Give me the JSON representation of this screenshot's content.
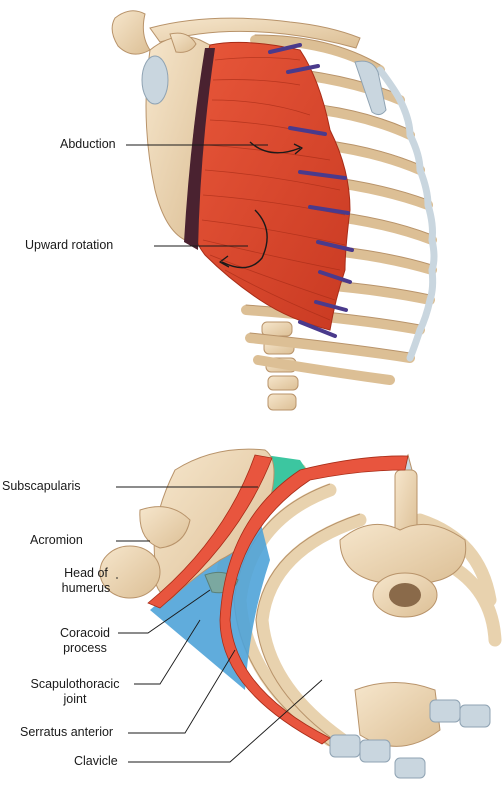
{
  "figure": {
    "top_panel": {
      "labels": {
        "abduction": "Abduction",
        "upward_rotation": "Upward rotation"
      }
    },
    "bottom_panel": {
      "labels": {
        "subscapularis": "Subscapularis",
        "acromion": "Acromion",
        "head_of_humerus_line1": "Head of",
        "head_of_humerus_line2": "humerus",
        "coracoid_line1": "Coracoid",
        "coracoid_line2": "process",
        "scapulothoracic_line1": "Scapulothoracic",
        "scapulothoracic_line2": "joint",
        "serratus_anterior": "Serratus anterior",
        "clavicle": "Clavicle"
      }
    }
  }
}
